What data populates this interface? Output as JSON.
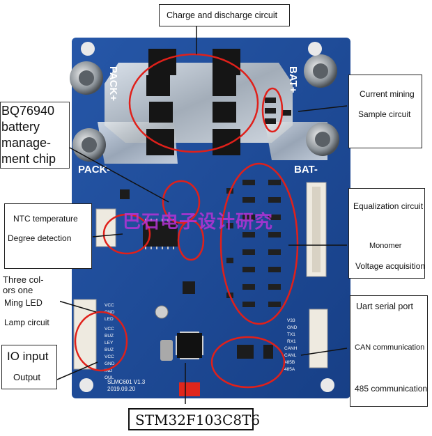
{
  "board": {
    "silk_pack_plus": "PACK+",
    "silk_bat_plus": "BAT+",
    "silk_pack_minus": "PACK-",
    "silk_bat_minus": "BAT-",
    "model": "SLMC601 V1.3",
    "date": "2019.09.20",
    "header_pins_left": [
      "VCC",
      "GND",
      "LED"
    ],
    "header_pins_io": [
      "VCC",
      "BUZ",
      "LEY",
      "BUZ",
      "VCC",
      "GND",
      "IND",
      "OUL"
    ],
    "header_pins_uart": [
      "V33",
      "GND",
      "TX1",
      "RX1",
      "CANH",
      "CANL",
      "485B",
      "485A"
    ],
    "watermark": "巴石电子设计研究"
  },
  "labels": {
    "charge_discharge": "Charge and discharge circuit",
    "current_mining": "Current mining",
    "sample_circuit": "Sample circuit",
    "bq_line1": "BQ76940",
    "bq_line2": "battery",
    "bq_line3": "manage-",
    "bq_line4": "ment chip",
    "ntc_line1": "NTC temperature",
    "ntc_line2": "Degree detection",
    "led_line1": "Three col-",
    "led_line2": "ors one",
    "led_line3": "Ming LED",
    "led_line4": "Lamp circuit",
    "io_line1": "IO input",
    "io_line2": "Output",
    "equal_line1": "Equalization circuit",
    "equal_line2": "Monomer",
    "equal_line3": "Voltage acquisition",
    "uart_line1": "Uart serial port",
    "uart_line2": "CAN communication",
    "uart_line3": "485 communication",
    "mcu": "STM32F103C8T6"
  },
  "colors": {
    "pcb": "#1d4a97",
    "annotation_red": "#e0201a",
    "watermark": "#b533d6"
  }
}
